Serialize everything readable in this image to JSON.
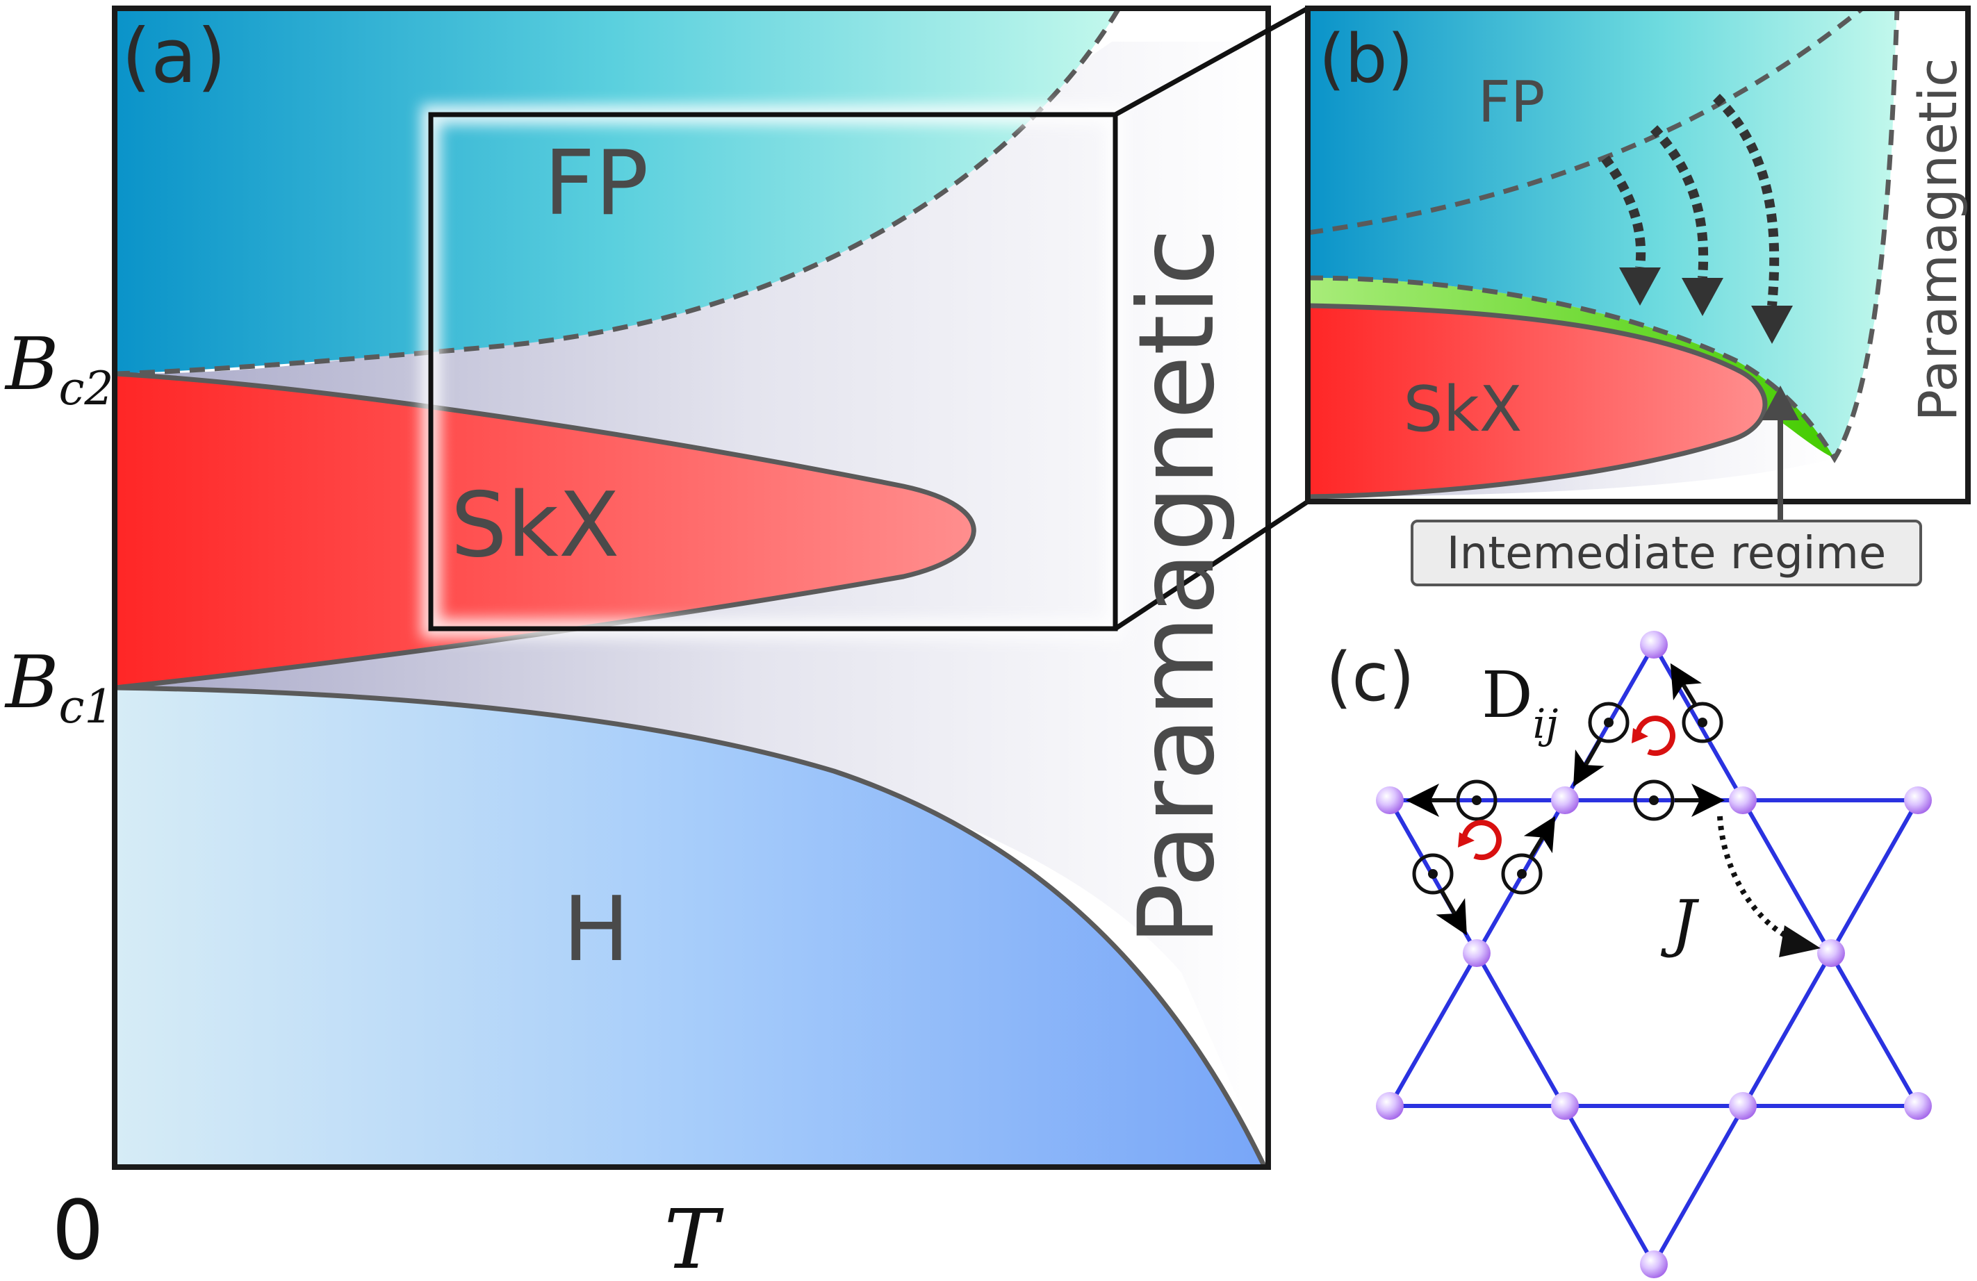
{
  "colors": {
    "fp_dark": "#0a93c9",
    "fp_light": "#b8f6ea",
    "skx_dark": "#ff2a2a",
    "skx_light": "#ff8a8a",
    "h_light": "#d6ecf6",
    "h_dark": "#7aa8f8",
    "boundary": "#5a5a5a",
    "intermediate": "#55cc11",
    "lattice": "#2a32e0",
    "vorticity": "#d81010"
  },
  "panel_a": {
    "label": "(a)",
    "region_fp": "FP",
    "region_skx": "SkX",
    "region_h": "H",
    "region_para": "Paramagnetic",
    "y_tick_bc2_main": "B",
    "y_tick_bc2_sub": "c2",
    "y_tick_bc1_main": "B",
    "y_tick_bc1_sub": "c1",
    "origin_label": "0",
    "x_label": "T"
  },
  "panel_b": {
    "label": "(b)",
    "region_fp": "FP",
    "region_skx": "SkX",
    "region_para": "Paramagnetic",
    "callout": "Intemediate regime"
  },
  "panel_c": {
    "label": "(c)",
    "dm_main": "D",
    "dm_sub": "ij",
    "exchange_label": "J"
  }
}
